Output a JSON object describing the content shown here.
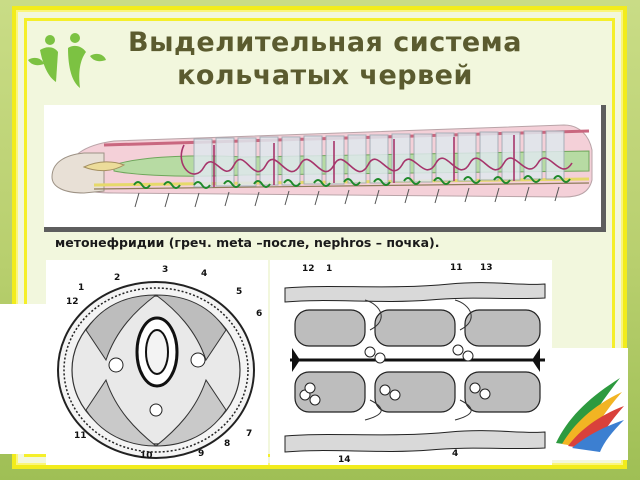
{
  "slide": {
    "title_line1": "Выделительная система",
    "title_line2": "кольчатых червей",
    "caption": "метонефридии (греч. meta –после, nephros – почка)."
  },
  "cross_section_labels": [
    "1",
    "2",
    "3",
    "4",
    "5",
    "6",
    "7",
    "8",
    "9",
    "10",
    "11",
    "12"
  ],
  "longitudinal_labels": [
    "12",
    "1",
    "11",
    "13",
    "4",
    "14"
  ],
  "colors": {
    "background": "#b8cf6e",
    "frame": "#f2ec1c",
    "title": "#5b5b2f",
    "worm_body": "#f1c6cf",
    "worm_gut": "#a8d48f",
    "nephridia": "#1f8a2b",
    "vessels": "#a6356b"
  }
}
